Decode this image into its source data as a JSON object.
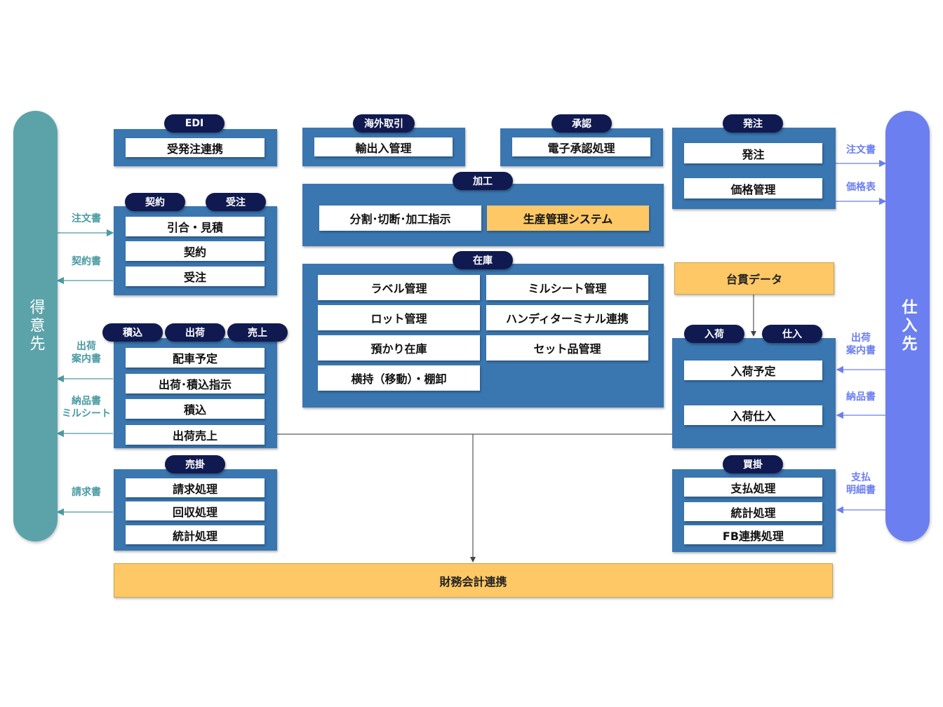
{
  "colors": {
    "customer_pillar": "#5ba3a9",
    "supplier_pillar": "#6b7ff0",
    "panel": "#3a76b0",
    "tag": "#101a50",
    "highlight": "#fdc865"
  },
  "customer": {
    "label": "得意先"
  },
  "supplier": {
    "label": "仕入先"
  },
  "edi": {
    "tag": "EDI",
    "items": [
      "受発注連携"
    ]
  },
  "overseas": {
    "tag": "海外取引",
    "items": [
      "輸出入管理"
    ]
  },
  "approval": {
    "tag": "承認",
    "items": [
      "電子承認処理"
    ]
  },
  "purchase_order": {
    "tag": "発注",
    "items": [
      "発注",
      "価格管理"
    ]
  },
  "processing": {
    "tag": "加工",
    "items": [
      "分割･切断･加工指示",
      "生産管理システム"
    ]
  },
  "contract": {
    "tags": [
      "契約",
      "受注"
    ],
    "items": [
      "引合・見積",
      "契約",
      "受注"
    ]
  },
  "inventory": {
    "tag": "在庫",
    "items": [
      "ラベル管理",
      "ミルシート管理",
      "ロット管理",
      "ハンディターミナル連携",
      "預かり在庫",
      "セット品管理",
      "横持（移動）・棚卸"
    ]
  },
  "ledger_data": "台貫データ",
  "shipping": {
    "tags": [
      "積込",
      "出荷",
      "売上"
    ],
    "items": [
      "配車予定",
      "出荷･積込指示",
      "積込",
      "出荷売上"
    ]
  },
  "receiving": {
    "tags": [
      "入荷",
      "仕入"
    ],
    "items": [
      "入荷予定",
      "入荷仕入"
    ]
  },
  "receivables": {
    "tag": "売掛",
    "items": [
      "請求処理",
      "回収処理",
      "統計処理"
    ]
  },
  "payables": {
    "tag": "買掛",
    "items": [
      "支払処理",
      "統計処理",
      "FB連携処理"
    ]
  },
  "accounting": "財務会計連携",
  "left_docs": {
    "order_form": "注文書",
    "contract_doc": "契約書",
    "shipping_guide": [
      "出荷",
      "案内書"
    ],
    "delivery": [
      "納品書",
      "ミルシート"
    ],
    "invoice": "請求書"
  },
  "right_docs": {
    "order_form": "注文書",
    "price_list": "価格表",
    "shipping_guide": [
      "出荷",
      "案内書"
    ],
    "delivery": "納品書",
    "payment": [
      "支払",
      "明細書"
    ]
  }
}
